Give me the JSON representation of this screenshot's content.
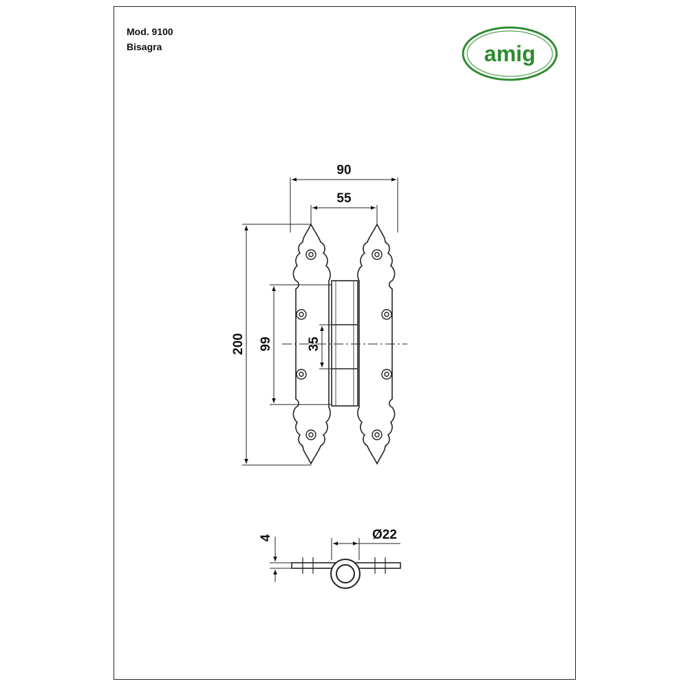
{
  "header": {
    "model": "Mod. 9100",
    "product": "Bisagra"
  },
  "logo": {
    "text": "amig",
    "color": "#2e8b2e"
  },
  "dimensions": {
    "width_total": "90",
    "width_leaf": "55",
    "height_total": "200",
    "height_knuckle": "99",
    "knuckle_segment": "35",
    "thickness": "4",
    "pin_diameter": "Ø22"
  },
  "icons": [
    "hinge-front-view-icon",
    "hinge-side-view-icon",
    "amig-logo-icon"
  ]
}
